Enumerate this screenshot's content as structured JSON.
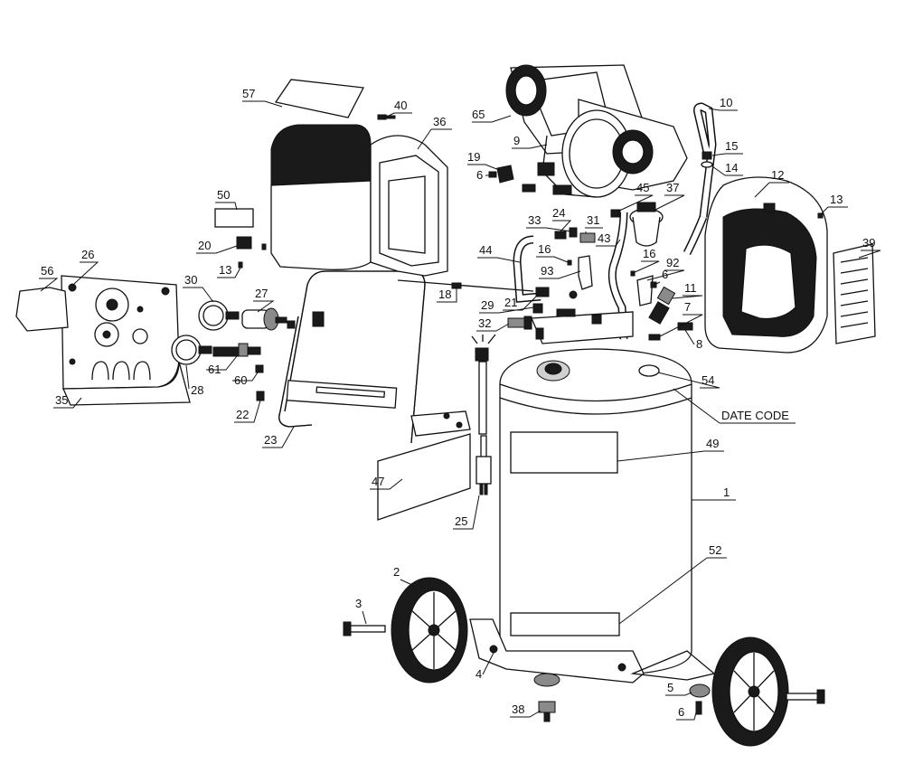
{
  "diagram": {
    "callouts": [
      {
        "id": "c57",
        "text": "57"
      },
      {
        "id": "c40",
        "text": "40"
      },
      {
        "id": "c36",
        "text": "36"
      },
      {
        "id": "c65",
        "text": "65"
      },
      {
        "id": "c9",
        "text": "9"
      },
      {
        "id": "c19",
        "text": "19"
      },
      {
        "id": "c6a",
        "text": "6"
      },
      {
        "id": "c10",
        "text": "10"
      },
      {
        "id": "c15",
        "text": "15"
      },
      {
        "id": "c14",
        "text": "14"
      },
      {
        "id": "c12",
        "text": "12"
      },
      {
        "id": "c13a",
        "text": "13"
      },
      {
        "id": "c45",
        "text": "45"
      },
      {
        "id": "c37",
        "text": "37"
      },
      {
        "id": "c24",
        "text": "24"
      },
      {
        "id": "c33",
        "text": "33"
      },
      {
        "id": "c31",
        "text": "31"
      },
      {
        "id": "c50",
        "text": "50"
      },
      {
        "id": "c20",
        "text": "20"
      },
      {
        "id": "c13b",
        "text": "13"
      },
      {
        "id": "c44",
        "text": "44"
      },
      {
        "id": "c16a",
        "text": "16"
      },
      {
        "id": "c43",
        "text": "43"
      },
      {
        "id": "c16b",
        "text": "16"
      },
      {
        "id": "c92",
        "text": "92"
      },
      {
        "id": "c39",
        "text": "39"
      },
      {
        "id": "c56",
        "text": "56"
      },
      {
        "id": "c26",
        "text": "26"
      },
      {
        "id": "c30",
        "text": "30"
      },
      {
        "id": "c27",
        "text": "27"
      },
      {
        "id": "c93",
        "text": "93"
      },
      {
        "id": "c6b",
        "text": "6"
      },
      {
        "id": "c11",
        "text": "11"
      },
      {
        "id": "c18",
        "text": "18"
      },
      {
        "id": "c29",
        "text": "29"
      },
      {
        "id": "c21",
        "text": "21"
      },
      {
        "id": "c7",
        "text": "7"
      },
      {
        "id": "c32",
        "text": "32"
      },
      {
        "id": "c8",
        "text": "8"
      },
      {
        "id": "c28",
        "text": "28"
      },
      {
        "id": "c61",
        "text": "61"
      },
      {
        "id": "c60",
        "text": "60"
      },
      {
        "id": "c54",
        "text": "54"
      },
      {
        "id": "c35",
        "text": "35"
      },
      {
        "id": "c22",
        "text": "22"
      },
      {
        "id": "cdate",
        "text": "DATE CODE"
      },
      {
        "id": "c23",
        "text": "23"
      },
      {
        "id": "c49",
        "text": "49"
      },
      {
        "id": "c1",
        "text": "1"
      },
      {
        "id": "c47",
        "text": "47"
      },
      {
        "id": "c25",
        "text": "25"
      },
      {
        "id": "c52",
        "text": "52"
      },
      {
        "id": "c2",
        "text": "2"
      },
      {
        "id": "c3",
        "text": "3"
      },
      {
        "id": "c4",
        "text": "4"
      },
      {
        "id": "c5",
        "text": "5"
      },
      {
        "id": "c38",
        "text": "38"
      },
      {
        "id": "c6c",
        "text": "6"
      }
    ]
  }
}
